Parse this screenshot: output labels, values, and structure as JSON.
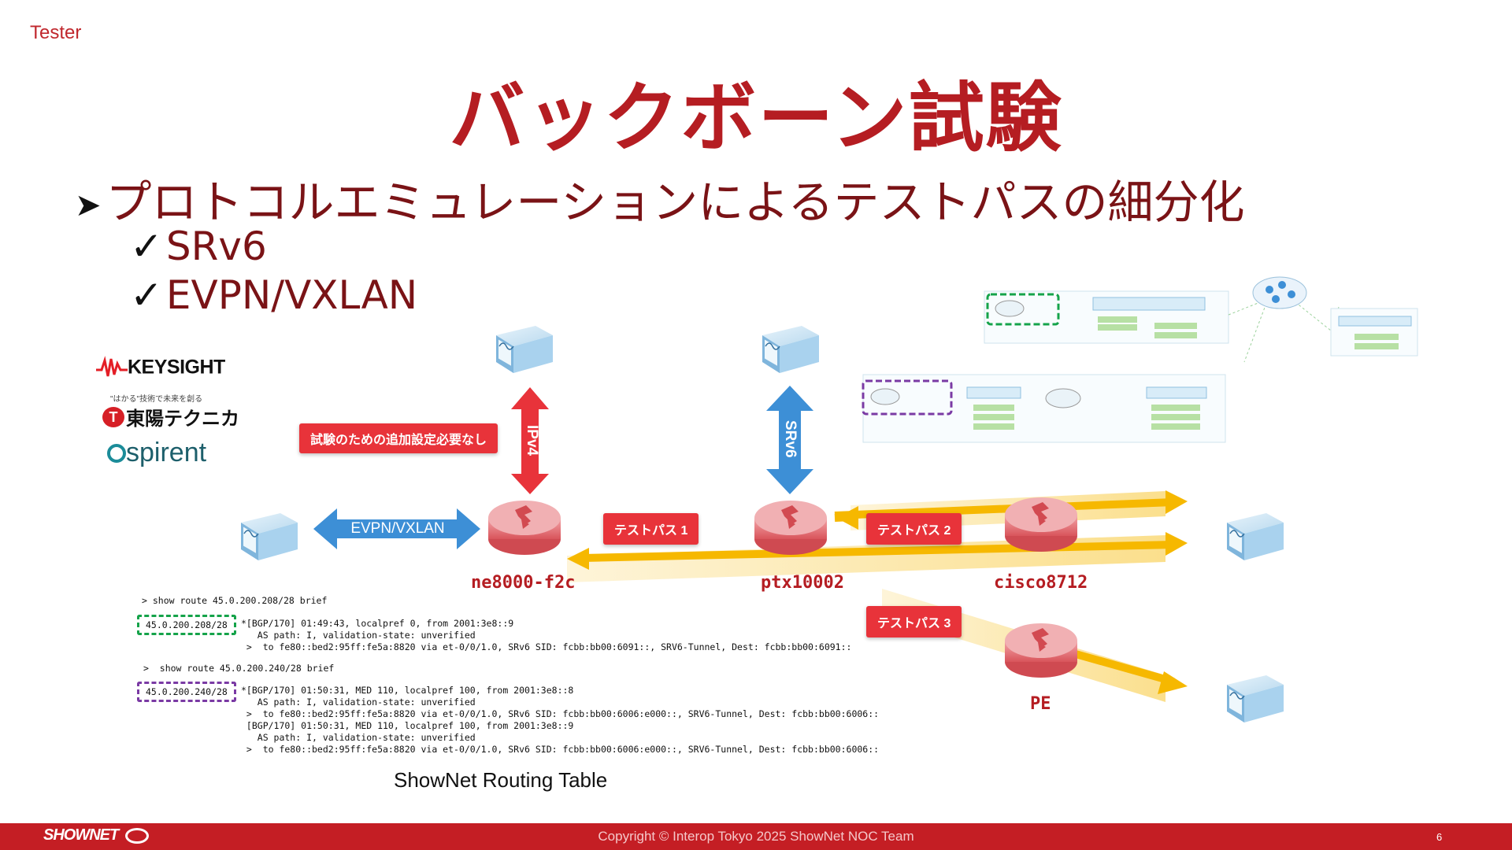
{
  "header": {
    "tag": "Tester",
    "title": "バックボーン試験"
  },
  "bullets": {
    "main": "プロトコルエミュレーションによるテストパスの細分化",
    "subs": [
      "SRv6",
      "EVPN/VXLAN"
    ]
  },
  "vendors": {
    "keysight": "KEYSIGHT",
    "toyo_tagline": "\"はかる\"技術で未来を創る",
    "toyo": "東陽テクニカ",
    "spirent": "spirent"
  },
  "diagram": {
    "notice": "試験のための追加設定必要なし",
    "protocols": {
      "ipv4": "IPv4",
      "srv6": "SRv6",
      "evpn": "EVPN/VXLAN"
    },
    "paths": [
      "テストパス 1",
      "テストパス 2",
      "テストパス 3"
    ],
    "routers": [
      "ne8000-f2c",
      "ptx10002",
      "cisco8712",
      "PE"
    ]
  },
  "routing": {
    "cmd1": "> show route 45.0.200.208/28 brief",
    "prefix1": "45.0.200.208/28",
    "lines1": [
      "*[BGP/170] 01:49:43, localpref 0, from 2001:3e8::9",
      "   AS path: I, validation-state: unverified",
      " >  to fe80::bed2:95ff:fe5a:8820 via et-0/0/1.0, SRv6 SID: fcbb:bb00:6091::, SRV6-Tunnel, Dest: fcbb:bb00:6091::"
    ],
    "cmd2": ">  show route 45.0.200.240/28 brief",
    "prefix2": "45.0.200.240/28",
    "lines2": [
      "*[BGP/170] 01:50:31, MED 110, localpref 100, from 2001:3e8::8",
      "   AS path: I, validation-state: unverified",
      " >  to fe80::bed2:95ff:fe5a:8820 via et-0/0/1.0, SRv6 SID: fcbb:bb00:6006:e000::, SRV6-Tunnel, Dest: fcbb:bb00:6006::",
      " [BGP/170] 01:50:31, MED 110, localpref 100, from 2001:3e8::9",
      "   AS path: I, validation-state: unverified",
      " >  to fe80::bed2:95ff:fe5a:8820 via et-0/0/1.0, SRv6 SID: fcbb:bb00:6006:e000::, SRV6-Tunnel, Dest: fcbb:bb00:6006::"
    ],
    "caption": "ShowNet Routing Table"
  },
  "footer": {
    "logo": "SHOWNET",
    "copyright": "Copyright © Interop Tokyo 2025 ShowNet NOC Team",
    "page": "6"
  },
  "colors": {
    "brand_red": "#b51d22",
    "path_yellow": "#f6b800",
    "arrow_blue": "#3d8fd6",
    "arrow_red": "#e8333a"
  }
}
